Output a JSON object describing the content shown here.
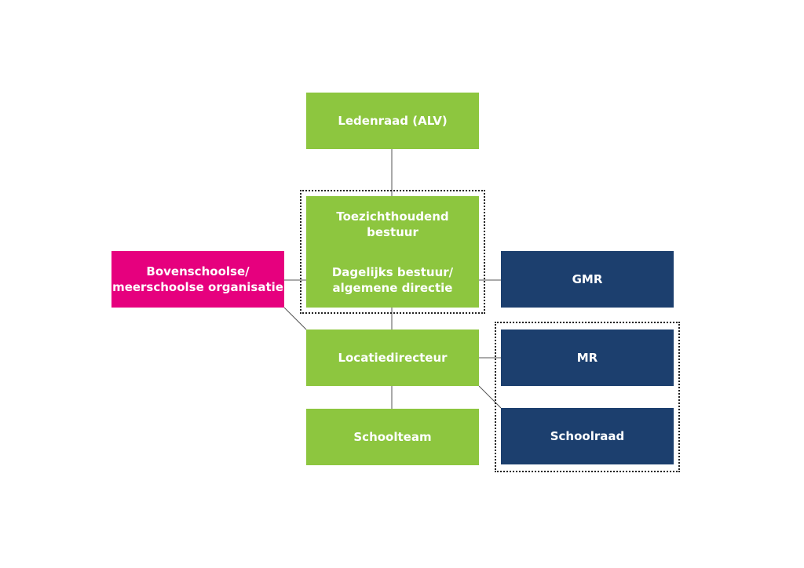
{
  "colors": {
    "green": "#8dc63f",
    "pink": "#e6007e",
    "navy": "#1c3f6e",
    "connector": "#555555"
  },
  "nodes": {
    "ledenraad": {
      "label": "Ledenraad (ALV)"
    },
    "toezicht": {
      "lines": [
        "Toezichthoudend",
        "bestuur"
      ]
    },
    "dagelijks": {
      "lines": [
        "Dagelijks bestuur/",
        "algemene directie"
      ]
    },
    "bovenschoolse": {
      "lines": [
        "Bovenschoolse/",
        "meerschoolse organisatie"
      ]
    },
    "gmr": {
      "label": "GMR"
    },
    "locatiedirecteur": {
      "label": "Locatiedirecteur"
    },
    "mr": {
      "label": "MR"
    },
    "schoolteam": {
      "label": "Schoolteam"
    },
    "schoolraad": {
      "label": "Schoolraad"
    }
  }
}
